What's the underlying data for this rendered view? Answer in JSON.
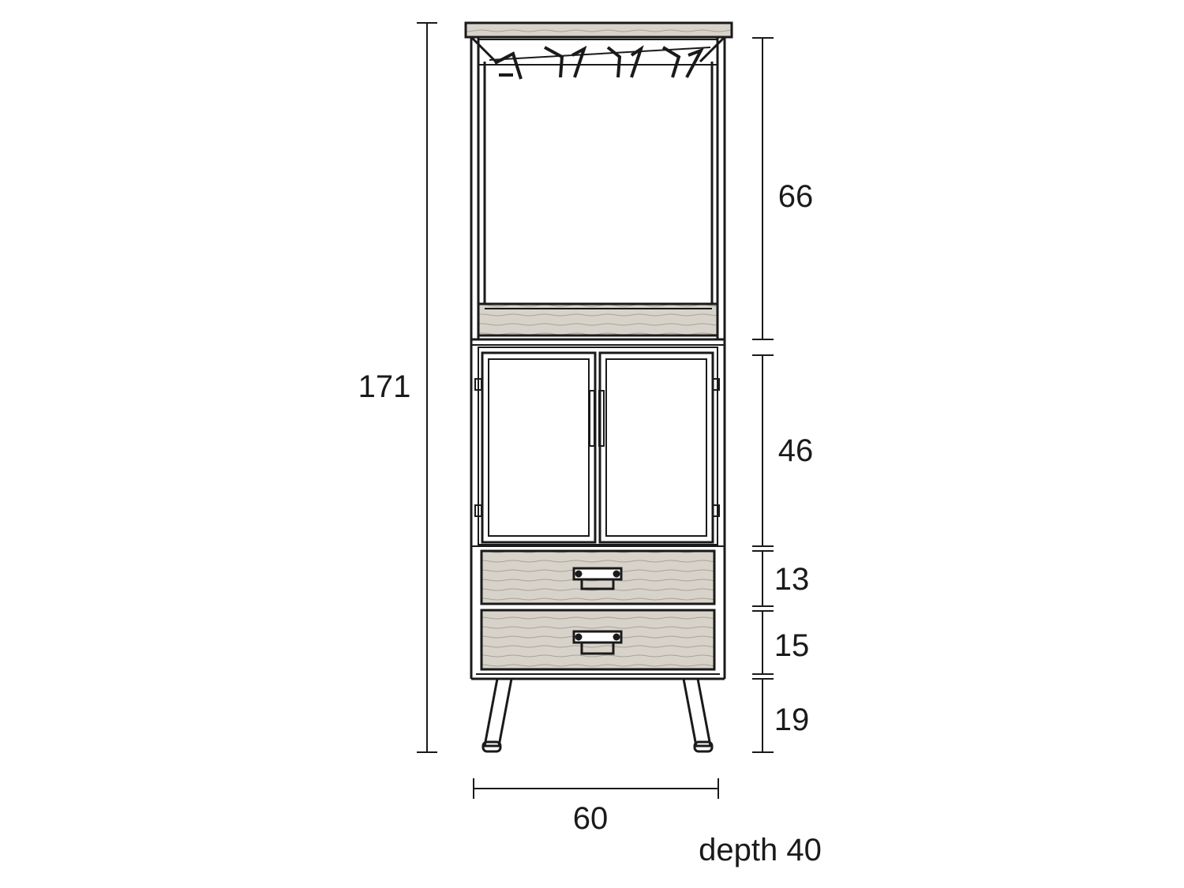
{
  "dimensions": {
    "total_height": "171",
    "section_top": "66",
    "section_doors": "46",
    "section_drawer_upper": "13",
    "section_drawer_lower": "15",
    "section_legs": "19",
    "width": "60",
    "depth": "depth 40"
  },
  "colors": {
    "ink": "#1a1a1a",
    "wood": "#c9c4bb",
    "background": "#ffffff"
  }
}
